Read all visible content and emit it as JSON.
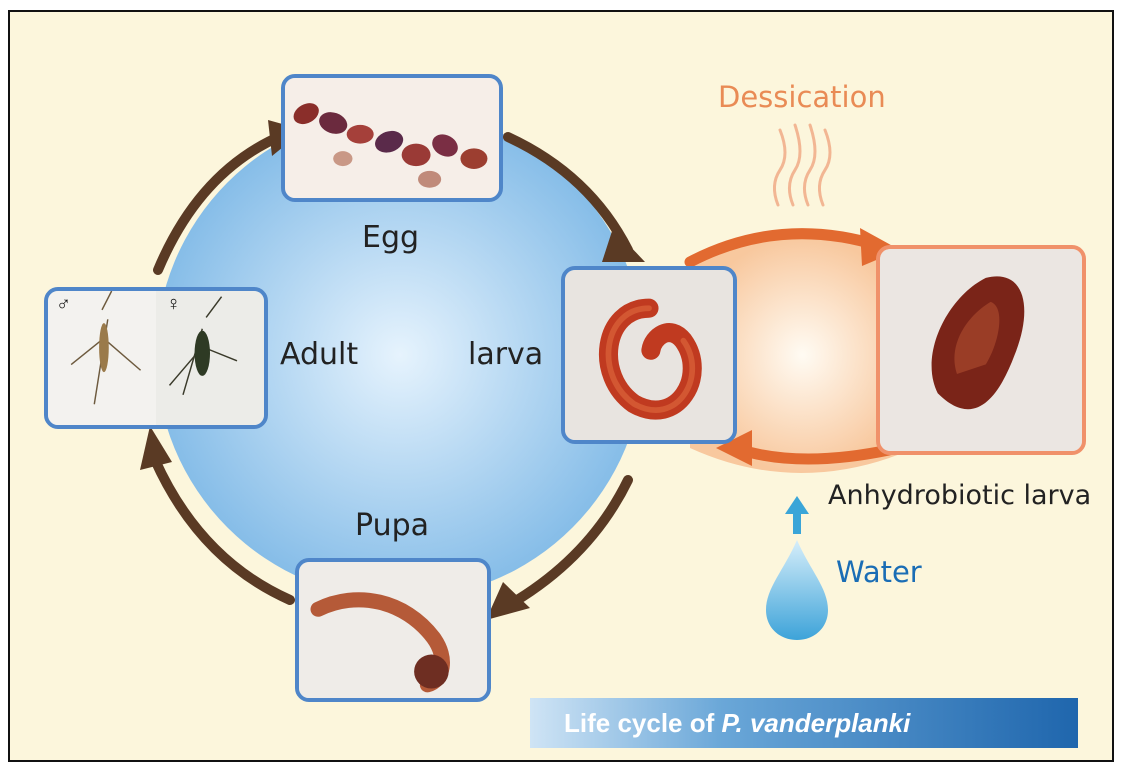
{
  "stages": {
    "egg": "Egg",
    "adult": "Adult",
    "larva": "larva",
    "pupa": "Pupa",
    "anhydrobiotic": "Anhydrobiotic larva"
  },
  "conditions": {
    "dessication": "Dessication",
    "water": "Water"
  },
  "adult_panel": {
    "male_symbol": "♂",
    "female_symbol": "♀"
  },
  "caption": {
    "prefix": "Life cycle of ",
    "species": "P. vanderplanki"
  },
  "colors": {
    "background": "#fcf6dc",
    "circle": "#9cc9ec",
    "cycle_arrows": "#5a3a24",
    "dessication_text": "#e98b55",
    "water_text": "#1a6db5",
    "orange_arrows": "#e26a30",
    "photo_border": "#4f86c9"
  },
  "icons": [
    "water-drop-icon",
    "up-arrow-icon",
    "heat-waves-icon"
  ]
}
